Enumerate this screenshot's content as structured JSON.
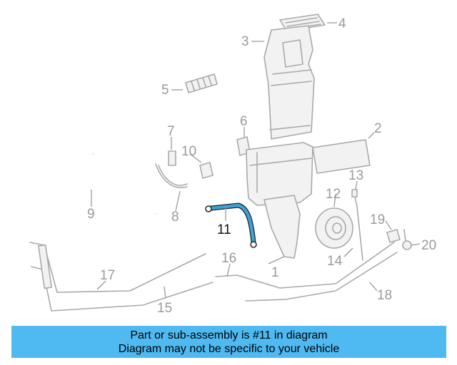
{
  "diagram": {
    "callouts": [
      {
        "id": "1",
        "label": "1"
      },
      {
        "id": "2",
        "label": "2"
      },
      {
        "id": "3",
        "label": "3"
      },
      {
        "id": "4",
        "label": "4"
      },
      {
        "id": "5",
        "label": "5"
      },
      {
        "id": "6",
        "label": "6"
      },
      {
        "id": "7",
        "label": "7"
      },
      {
        "id": "8",
        "label": "8"
      },
      {
        "id": "9",
        "label": "9"
      },
      {
        "id": "10",
        "label": "10"
      },
      {
        "id": "11",
        "label": "11"
      },
      {
        "id": "12",
        "label": "12"
      },
      {
        "id": "13",
        "label": "13"
      },
      {
        "id": "14",
        "label": "14"
      },
      {
        "id": "15",
        "label": "15"
      },
      {
        "id": "16",
        "label": "16"
      },
      {
        "id": "17",
        "label": "17"
      },
      {
        "id": "18",
        "label": "18"
      },
      {
        "id": "19",
        "label": "19"
      },
      {
        "id": "20",
        "label": "20"
      }
    ],
    "highlighted_part": "11",
    "colors": {
      "highlight": "#3aa3d8",
      "parts": "#a9a9a9",
      "banner": "#4fb9f1"
    }
  },
  "banner": {
    "line1": "Part or sub-assembly is #11 in diagram",
    "line2": "Diagram may not be specific to your vehicle"
  }
}
